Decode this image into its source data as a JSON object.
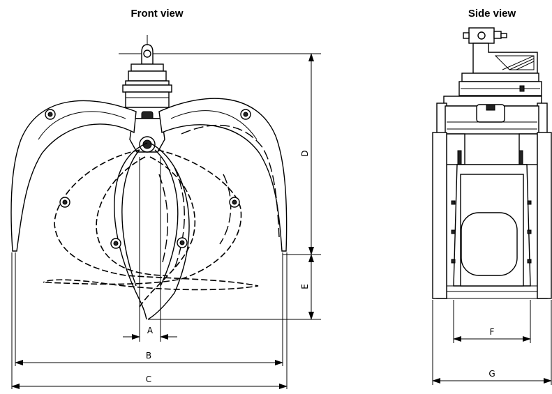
{
  "titles": {
    "front": "Front view",
    "side": "Side view"
  },
  "dimensions": {
    "A": "A",
    "B": "B",
    "C": "C",
    "D": "D",
    "E": "E",
    "F": "F",
    "G": "G"
  }
}
